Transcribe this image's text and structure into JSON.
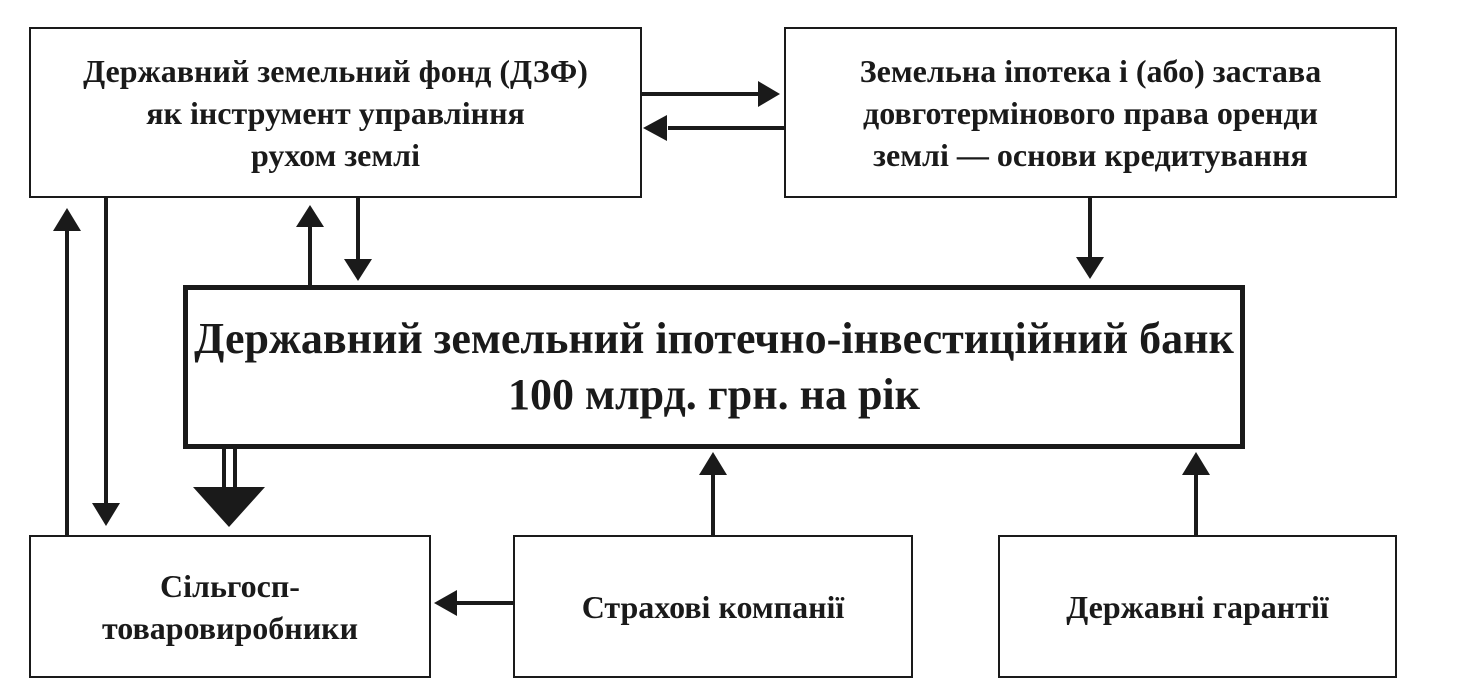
{
  "boxes": {
    "land_fund": {
      "lines": [
        "Державний земельний фонд (ДЗФ)",
        "як інструмент управління",
        "рухом землі"
      ]
    },
    "mortgage": {
      "lines": [
        "Земельна іпотека і (або) застава",
        "довготермінового права оренди",
        "землі — основи кредитування"
      ]
    },
    "bank": {
      "lines": [
        "Державний земельний іпотечно-інвестиційний банк",
        "100 млрд. грн. на рік"
      ]
    },
    "producers": {
      "lines": [
        "Сільгосп-",
        "товаровиробники"
      ]
    },
    "insurance": {
      "lines": [
        "Страхові компанії"
      ]
    },
    "guarantees": {
      "lines": [
        "Державні гарантії"
      ]
    }
  }
}
